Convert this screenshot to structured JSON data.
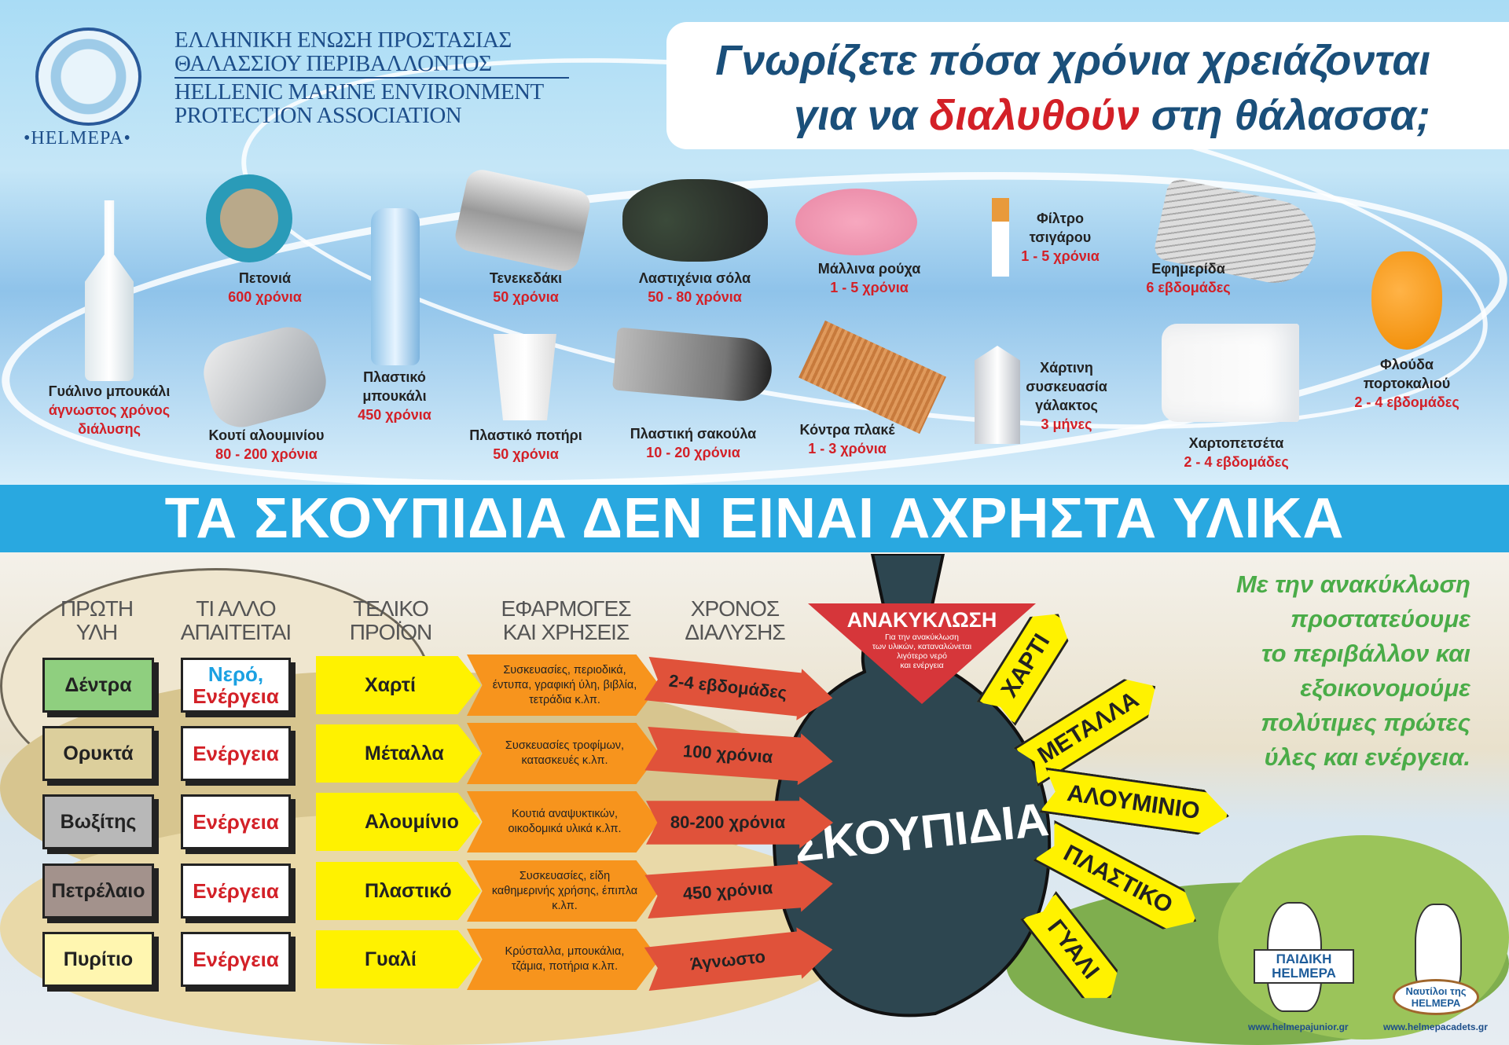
{
  "header": {
    "logo_text": "•HELMEPA•",
    "org_name_gr": [
      "ΕΛΛΗΝΙΚΗ ΕΝΩΣΗ ΠΡΟΣΤΑΣΙΑΣ",
      "ΘΑΛΑΣΣΙΟΥ ΠΕΡΙΒΑΛΛΟΝΤΟΣ"
    ],
    "org_name_en": [
      "HELLENIC MARINE ENVIRONMENT",
      "PROTECTION ASSOCIATION"
    ],
    "title_line1": "Γνωρίζετε πόσα χρόνια χρειάζονται",
    "title_line2_pre": "για να ",
    "title_line2_red": "διαλυθούν",
    "title_line2_post": " στη θάλασσα;"
  },
  "items": [
    {
      "name": "Γυάλινο μπουκάλι",
      "time": "άγνωστος χρόνος διάλυσης"
    },
    {
      "name": "Πετονιά",
      "time": "600 χρόνια"
    },
    {
      "name": "Κουτί αλουμινίου",
      "time": "80 - 200 χρόνια"
    },
    {
      "name": "Πλαστικό μπουκάλι",
      "time": "450 χρόνια"
    },
    {
      "name": "Τενεκεδάκι",
      "time": "50 χρόνια"
    },
    {
      "name": "Πλαστικό ποτήρι",
      "time": "50 χρόνια"
    },
    {
      "name": "Λαστιχένια σόλα",
      "time": "50 - 80 χρόνια"
    },
    {
      "name": "Πλαστική σακούλα",
      "time": "10 - 20 χρόνια"
    },
    {
      "name": "Μάλλινα ρούχα",
      "time": "1 - 5 χρόνια"
    },
    {
      "name": "Κόντρα πλακέ",
      "time": "1 - 3 χρόνια"
    },
    {
      "name": "Φίλτρο τσιγάρου",
      "time": "1 - 5 χρόνια"
    },
    {
      "name": "Χάρτινη συσκευασία γάλακτος",
      "time": "3 μήνες"
    },
    {
      "name": "Εφημερίδα",
      "time": "6 εβδομάδες"
    },
    {
      "name": "Χαρτοπετσέτα",
      "time": "2 - 4 εβδομάδες"
    },
    {
      "name": "Φλούδα πορτοκαλιού",
      "time": "2 - 4 εβδομάδες"
    }
  ],
  "banner": "ΤΑ ΣΚΟΥΠΙΔΙΑ ΔΕΝ ΕΙΝΑΙ ΑΧΡΗΣΤΑ ΥΛΙΚΑ",
  "columns": [
    [
      "ΠΡΩΤΗ",
      "ΥΛΗ"
    ],
    [
      "ΤΙ ΑΛΛΟ",
      "ΑΠΑΙΤΕΙΤΑΙ"
    ],
    [
      "ΤΕΛΙΚΟ",
      "ΠΡΟΪΟΝ"
    ],
    [
      "ΕΦΑΡΜΟΓΕΣ",
      "ΚΑΙ ΧΡΗΣΕΙΣ"
    ],
    [
      "ΧΡΟΝΟΣ",
      "ΔΙΑΛΥΣΗΣ"
    ]
  ],
  "rows": [
    {
      "raw": "Δέντρα",
      "raw_color": "#8fcf7f",
      "needs_blue": "Νερό,",
      "needs": "Ενέργεια",
      "product": "Χαρτί",
      "uses": "Συσκευασίες, περιοδικά, έντυπα, γραφική ύλη, βιβλία, τετράδια κ.λπ.",
      "time": "2-4 εβδομάδες"
    },
    {
      "raw": "Ορυκτά",
      "raw_color": "#dccf9c",
      "needs": "Ενέργεια",
      "product": "Μέταλλα",
      "uses": "Συσκευασίες τροφίμων, κατασκευές κ.λπ.",
      "time": "100 χρόνια"
    },
    {
      "raw": "Βωξίτης",
      "raw_color": "#b8b8b8",
      "needs": "Ενέργεια",
      "product": "Αλουμίνιο",
      "uses": "Κουτιά αναψυκτικών, οικοδομικά υλικά κ.λπ.",
      "time": "80-200 χρόνια"
    },
    {
      "raw": "Πετρέλαιο",
      "raw_color": "#a3928c",
      "needs": "Ενέργεια",
      "product": "Πλαστικό",
      "uses": "Συσκευασίες, είδη καθημερινής χρήσης, έπιπλα κ.λπ.",
      "time": "450 χρόνια"
    },
    {
      "raw": "Πυρίτιο",
      "raw_color": "#fff6b0",
      "needs": "Ενέργεια",
      "product": "Γυαλί",
      "uses": "Κρύσταλλα, μπουκάλια, τζάμια, ποτήρια κ.λπ.",
      "time": "Άγνωστο"
    }
  ],
  "recycle": {
    "title": "ΑΝΑΚΥΚΛΩΣΗ",
    "text": [
      "Για την ανακύκλωση",
      "των υλικών, καταναλώνεται",
      "λιγότερο νερό",
      "και ενέργεια"
    ]
  },
  "bag_label": "ΣΚΟΥΠΙΔΙΑ",
  "recycled_materials": [
    "ΧΑΡΤΙ",
    "ΜΕΤΑΛΛΑ",
    "ΑΛΟΥΜΙΝΙΟ",
    "ΠΛΑΣΤΙΚΟ",
    "ΓΥΑΛΙ"
  ],
  "slogan": [
    "Με την ανακύκλωση",
    "προστατεύουμε",
    "το περιβάλλον και",
    "εξοικονομούμε",
    "πολύτιμες πρώτες",
    "ύλες και ενέργεια."
  ],
  "mascots": [
    {
      "sign": [
        "ΠΑΙΔΙΚΗ",
        "HELMEPA"
      ],
      "url": "www.helmepajunior.gr"
    },
    {
      "sign": [
        "Ναυτίλοι της",
        "HELMEPA"
      ],
      "url": "www.helmepacadets.gr"
    }
  ],
  "colors": {
    "banner": "#29a8e0",
    "title": "#1a4f7a",
    "accent_red": "#d32027",
    "slogan_green": "#4aac48"
  }
}
